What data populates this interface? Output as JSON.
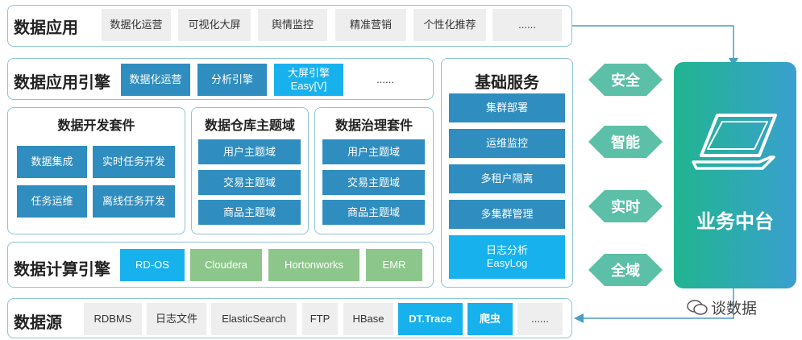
{
  "data_app": {
    "title": "数据应用",
    "items": [
      "数据化运营",
      "可视化大屏",
      "舆情监控",
      "精准营销",
      "个性化推荐",
      "......"
    ]
  },
  "app_engine": {
    "title": "数据应用引擎",
    "items": [
      "数据化运营",
      "分析引擎",
      "大屏引擎\nEasy[V]",
      "......"
    ]
  },
  "dev_suite": {
    "title": "数据开发套件",
    "items": [
      "数据集成",
      "实时任务开发",
      "任务运维",
      "离线任务开发"
    ]
  },
  "warehouse": {
    "title": "数据仓库主题域",
    "items": [
      "用户主题域",
      "交易主题域",
      "商品主题域"
    ]
  },
  "governance": {
    "title": "数据治理套件",
    "items": [
      "用户主题域",
      "交易主题域",
      "商品主题域"
    ]
  },
  "compute": {
    "title": "数据计算引擎",
    "items": [
      "RD-OS",
      "Cloudera",
      "Hortonworks",
      "EMR"
    ]
  },
  "basic": {
    "title": "基础服务",
    "items": [
      "集群部署",
      "运维监控",
      "多租户隔离",
      "多集群管理",
      "日志分析\nEasyLog"
    ]
  },
  "source": {
    "title": "数据源",
    "items": [
      "RDBMS",
      "日志文件",
      "ElasticSearch",
      "FTP",
      "HBase",
      "DT.Trace",
      "爬虫",
      "......"
    ]
  },
  "arrows": [
    "安全",
    "智能",
    "实时",
    "全域"
  ],
  "business": {
    "title": "业务中台",
    "icon": "laptop-icon"
  },
  "watermark": "谈数据",
  "colors": {
    "blue": "#2f8dbf",
    "cyan": "#17b1ee",
    "green": "#8dc68a",
    "gray": "#eeeeee",
    "teal": "#5cbfa7",
    "border": "#8fc3d6"
  }
}
